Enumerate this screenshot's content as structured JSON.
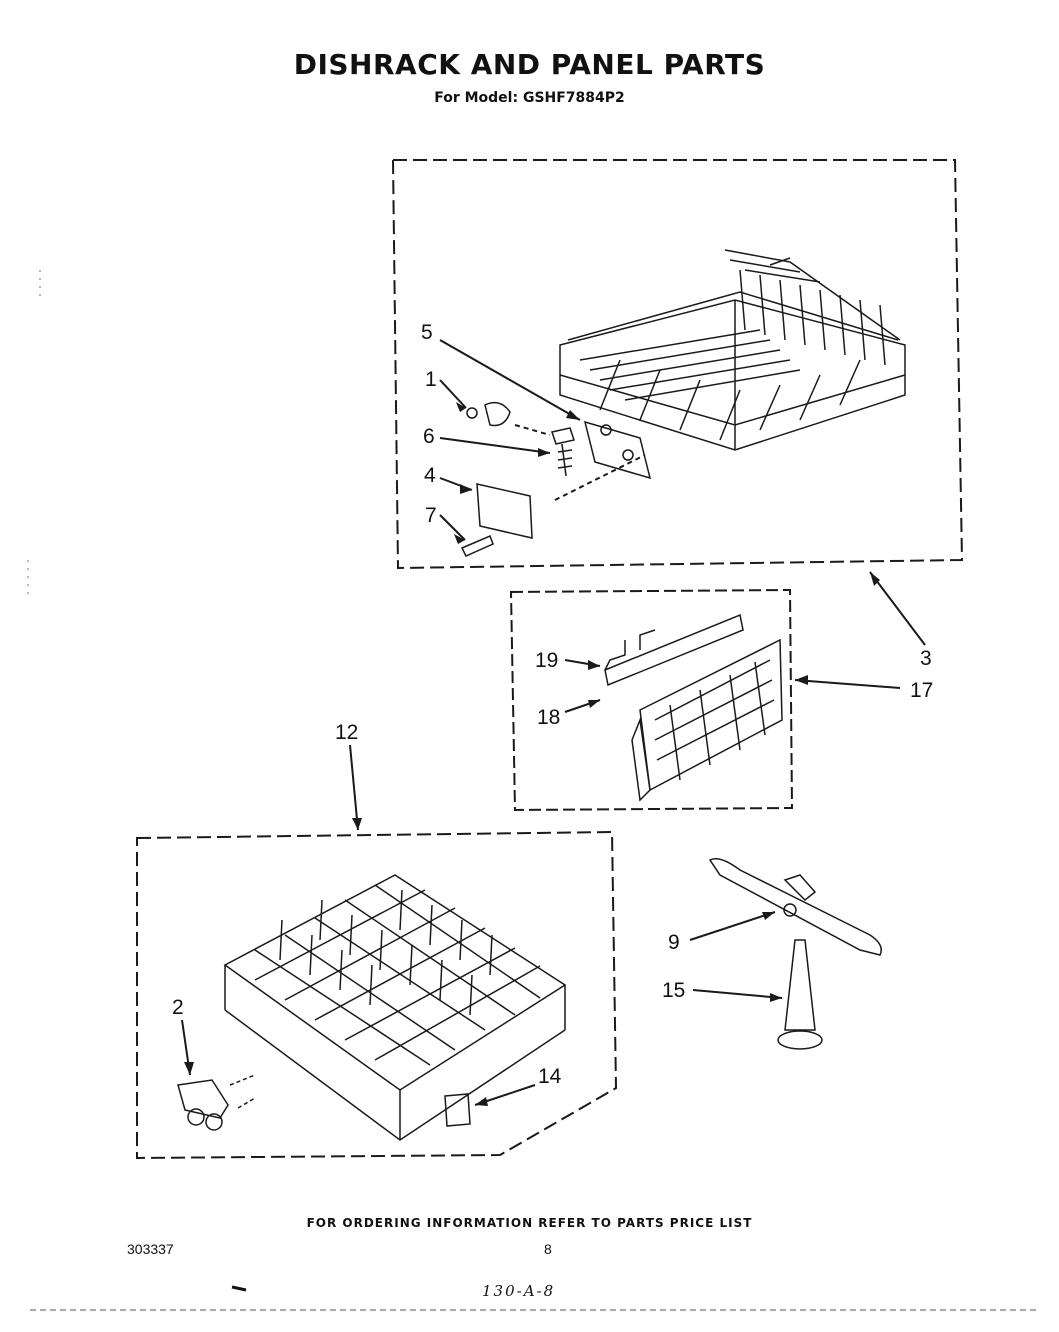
{
  "title": "DISHRACK AND PANEL PARTS",
  "model_label": "For Model:",
  "model_number": "GSHF7884P2",
  "callouts": {
    "c1": "1",
    "c2": "2",
    "c3": "3",
    "c4": "4",
    "c5": "5",
    "c6": "6",
    "c7": "7",
    "c9": "9",
    "c12": "12",
    "c14": "14",
    "c15": "15",
    "c17": "17",
    "c18": "18",
    "c19": "19"
  },
  "footer": {
    "ordering_note": "FOR ORDERING INFORMATION REFER TO PARTS PRICE LIST",
    "document_number": "303337",
    "page_number": "8",
    "handwritten_code": "130-A-8"
  }
}
